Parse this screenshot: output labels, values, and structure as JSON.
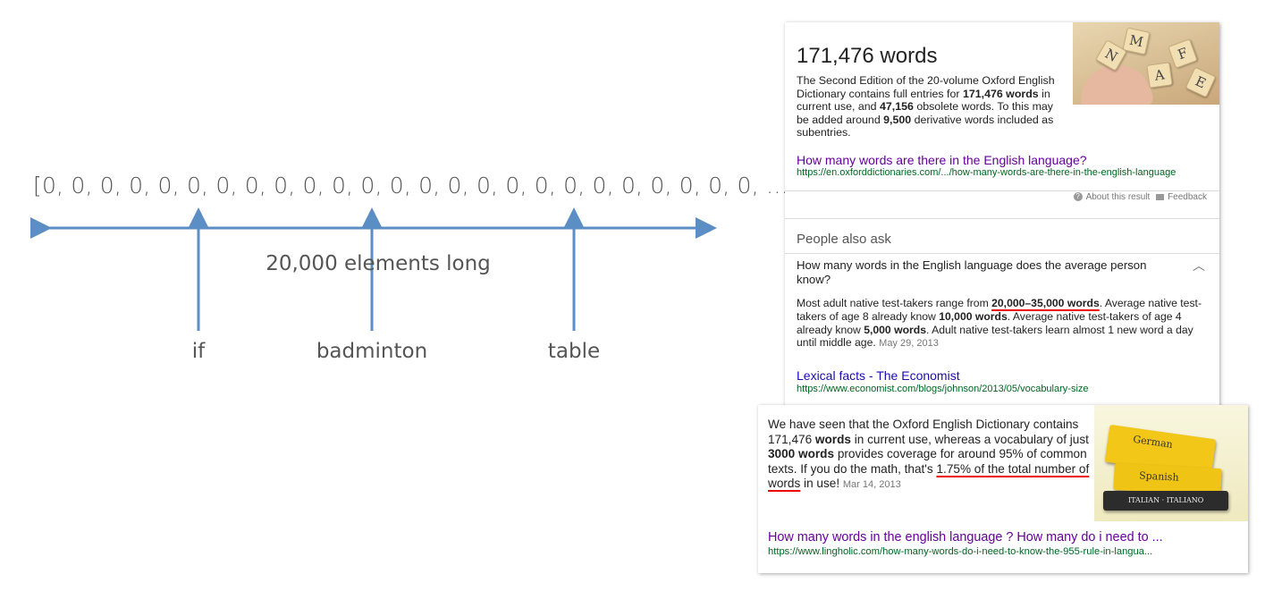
{
  "diagram": {
    "vector_text": "[0, 0, 0, 0, 0, 0, 0, 0, 0, 0, 0, 0, 0, 0, 0, 0, 0, 0, 0, 0, 0, 0, 0, 0, 0, … , 0]",
    "length_label": "20,000 elements long",
    "words": [
      "if",
      "badminton",
      "table"
    ],
    "arrow_color": "#5b8ec4"
  },
  "card1": {
    "title": "171,476 words",
    "desc": {
      "p1": "The Second Edition of the 20-volume Oxford English Dictionary contains full entries for ",
      "b1": "171,476 words",
      "p2": " in current use, and ",
      "b2": "47,156",
      "p3": " obsolete words. To this may be added around ",
      "b3": "9,500",
      "p4": " derivative words included as subentries."
    },
    "link": "How many words are there in the English language?",
    "url": "https://en.oxforddictionaries.com/.../how-many-words-are-there-in-the-english-language",
    "about": "About this result",
    "feedback": "Feedback",
    "paa_title": "People also ask",
    "paa_question": "How many words in the English language does the average person know?",
    "paa_answer": {
      "p1": "Most adult native test-takers range from ",
      "b1": "20,000–35,000 words",
      "p2": ". Average native test-takers of age 8 already know ",
      "b2": "10,000 words",
      "p3": ". Average native test-takers of age 4 already know ",
      "b3": "5,000 words",
      "p4": ". Adult native test-takers learn almost 1 new word a day until middle age.",
      "date": "May 29, 2013"
    },
    "econ_link": "Lexical facts - The Economist",
    "econ_url": "https://www.economist.com/blogs/johnson/2013/05/vocabulary-size",
    "image_tiles": [
      "M",
      "F",
      "E",
      "A",
      "N"
    ]
  },
  "card2": {
    "text": {
      "p1": "We have seen that the Oxford English Dictionary contains 171,476 ",
      "b1": "words",
      "p2": " in current use, whereas a vocabulary of just ",
      "b2": "3000 words",
      "p3": " provides coverage for around 95% of common texts. If you do the math, that's ",
      "u1": "1.75% of the total number of words",
      "p4": " in use!",
      "date": "Mar 14, 2013"
    },
    "books": [
      "German",
      "Spanish",
      "ITALIAN · ITALIANO"
    ],
    "link": "How many words in the english language ? How many do i need to ...",
    "url": "https://www.lingholic.com/how-many-words-do-i-need-to-know-the-955-rule-in-langua..."
  }
}
